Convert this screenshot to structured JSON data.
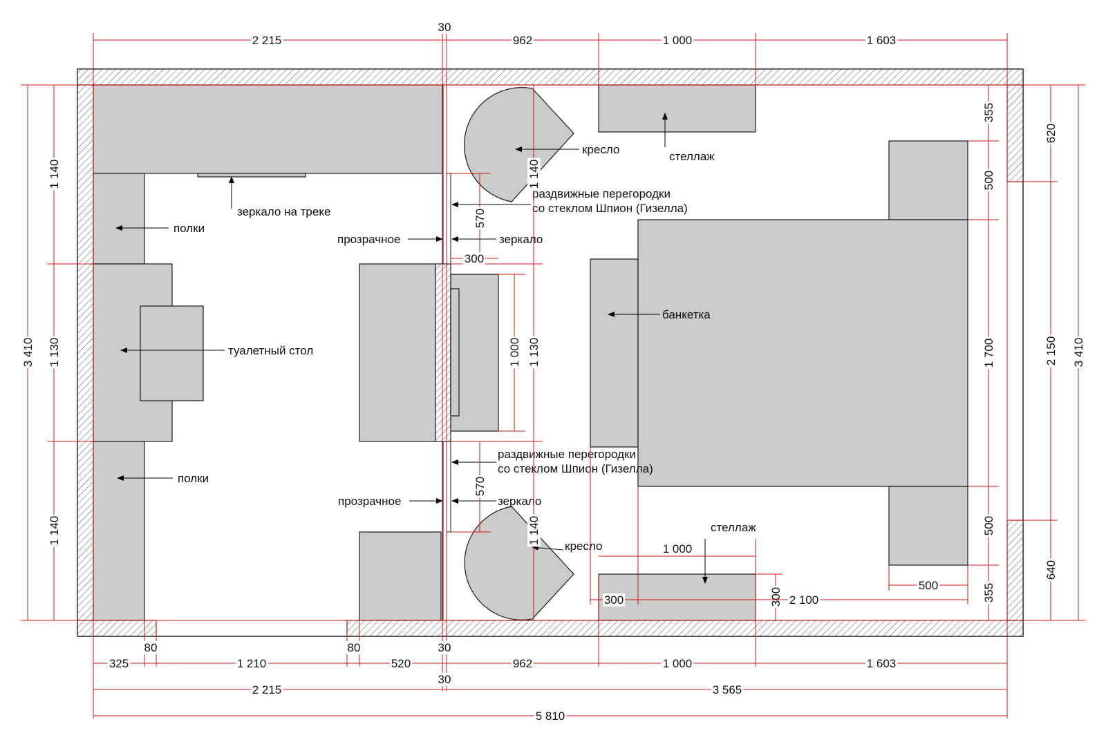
{
  "colors": {
    "furniture": "#cbcbcb",
    "dimension_line": "#d01414",
    "outline": "#1a1a1a"
  },
  "labels": {
    "shelf_rack_top": "стеллаж",
    "chair_top": "кресло",
    "mirror_on_track": "зеркало на треке",
    "shelves_top": "полки",
    "partition_top_1": "раздвижные перегородки",
    "partition_top_2": "со стеклом Шпион (Гизелла)",
    "transparent_top": "прозрачное",
    "mirror_top": "зеркало",
    "bench": "банкетка",
    "dressing_table": "туалетный стол",
    "shelves_bottom": "полки",
    "partition_bottom_1": "раздвижные перегородки",
    "partition_bottom_2": "со стеклом Шпион (Гизелла)",
    "transparent_bottom": "прозрачное",
    "mirror_bottom": "зеркало",
    "shelf_rack_bottom": "стеллаж",
    "chair_bottom": "кресло"
  },
  "dims": {
    "top_2215": "2 215",
    "top_30": "30",
    "top_962": "962",
    "top_1000": "1 000",
    "top_1603": "1 603",
    "left_outer_3410": "3 410",
    "left_1140_top": "1 140",
    "left_1130": "1 130",
    "left_1140_bottom": "1 140",
    "mid_1140_top": "1 140",
    "mid_570_top": "570",
    "mid_300": "300",
    "mid_1000": "1 000",
    "mid_1130": "1 130",
    "mid_570_bottom": "570",
    "mid_1140_bottom": "1 140",
    "right_355_top": "355",
    "right_500_top": "500",
    "right_1700": "1 700",
    "right_500_bottom": "500",
    "right_355_bottom": "355",
    "right_620": "620",
    "right_2150": "2 150",
    "right_640": "640",
    "right_outer_3410": "3 410",
    "inner_1000": "1 000",
    "inner_300_v": "300",
    "inner_2100": "2 100",
    "inner_300_h": "300",
    "inner_500": "500",
    "bot_325": "325",
    "bot_80_a": "80",
    "bot_1210": "1 210",
    "bot_80_b": "80",
    "bot_520": "520",
    "bot_30": "30",
    "bot_962": "962",
    "bot_1000": "1 000",
    "bot_1603": "1 603",
    "bot2_2215": "2 215",
    "bot2_30": "30",
    "bot2_3565": "3 565",
    "bot3_5810": "5 810"
  }
}
